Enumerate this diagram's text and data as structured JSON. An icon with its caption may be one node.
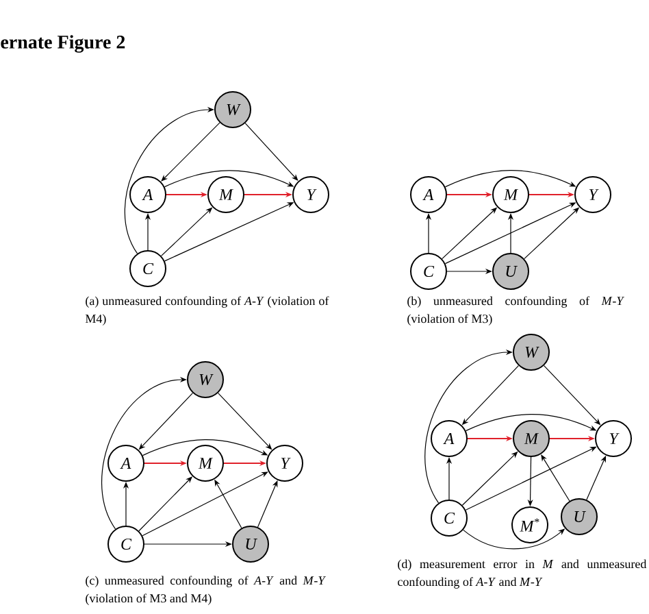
{
  "diagram": {
    "title": "ernate Figure 2",
    "nodes": [
      {
        "text": [
          "W"
        ]
      },
      {
        "text": [
          "A"
        ]
      },
      {
        "text": [
          "M"
        ]
      },
      {
        "text": [
          "Y"
        ]
      },
      {
        "text": [
          "C"
        ]
      },
      {
        "text": [
          "A"
        ]
      },
      {
        "text": [
          "M"
        ]
      },
      {
        "text": [
          "Y"
        ]
      },
      {
        "text": [
          "C"
        ]
      },
      {
        "text": [
          "U"
        ]
      },
      {
        "text": [
          "W"
        ]
      },
      {
        "text": [
          "A"
        ]
      },
      {
        "text": [
          "M"
        ]
      },
      {
        "text": [
          "Y"
        ]
      },
      {
        "text": [
          "C"
        ]
      },
      {
        "text": [
          "U"
        ]
      },
      {
        "text": [
          "W"
        ]
      },
      {
        "text": [
          "A"
        ]
      },
      {
        "text": [
          "M"
        ]
      },
      {
        "text": [
          "Y"
        ]
      },
      {
        "text": [
          "C"
        ]
      },
      {
        "text": [
          "M$^{*}$"
        ]
      },
      {
        "text": [
          "U"
        ]
      }
    ],
    "edges": [
      {
        "from": 4,
        "to": 0,
        "arrow": "to"
      },
      {
        "from": 0,
        "to": 1,
        "arrow": "to"
      },
      {
        "from": 0,
        "to": 3,
        "arrow": "to"
      },
      {
        "from": 1,
        "to": 3,
        "arrow": "to"
      },
      {
        "from": 1,
        "to": 2,
        "arrow": "to",
        "color": "#e0202a"
      },
      {
        "from": 2,
        "to": 3,
        "arrow": "to",
        "color": "#e0202a"
      },
      {
        "from": 4,
        "to": 1,
        "arrow": "to"
      },
      {
        "from": 4,
        "to": 2,
        "arrow": "to"
      },
      {
        "from": 4,
        "to": 3,
        "arrow": "to"
      },
      {
        "from": 5,
        "to": 7,
        "arrow": "to"
      },
      {
        "from": 5,
        "to": 6,
        "arrow": "to",
        "color": "#e0202a"
      },
      {
        "from": 6,
        "to": 7,
        "arrow": "to",
        "color": "#e0202a"
      },
      {
        "from": 8,
        "to": 5,
        "arrow": "to"
      },
      {
        "from": 8,
        "to": 6,
        "arrow": "to"
      },
      {
        "from": 8,
        "to": 7,
        "arrow": "to"
      },
      {
        "from": 8,
        "to": 9,
        "arrow": "to"
      },
      {
        "from": 9,
        "to": 6,
        "arrow": "to"
      },
      {
        "from": 9,
        "to": 7,
        "arrow": "to"
      },
      {
        "from": 14,
        "to": 10,
        "arrow": "to"
      },
      {
        "from": 10,
        "to": 11,
        "arrow": "to"
      },
      {
        "from": 10,
        "to": 13,
        "arrow": "to"
      },
      {
        "from": 11,
        "to": 13,
        "arrow": "to"
      },
      {
        "from": 11,
        "to": 12,
        "arrow": "to",
        "color": "#e0202a"
      },
      {
        "from": 12,
        "to": 13,
        "arrow": "to",
        "color": "#e0202a"
      },
      {
        "from": 14,
        "to": 11,
        "arrow": "to"
      },
      {
        "from": 14,
        "to": 12,
        "arrow": "to"
      },
      {
        "from": 14,
        "to": 13,
        "arrow": "to"
      },
      {
        "from": 14,
        "to": 15,
        "arrow": "to"
      },
      {
        "from": 15,
        "to": 12,
        "arrow": "to"
      },
      {
        "from": 15,
        "to": 13,
        "arrow": "to"
      },
      {
        "from": 20,
        "to": 16,
        "arrow": "to"
      },
      {
        "from": 16,
        "to": 17,
        "arrow": "to"
      },
      {
        "from": 16,
        "to": 19,
        "arrow": "to"
      },
      {
        "from": 17,
        "to": 19,
        "arrow": "to"
      },
      {
        "from": 17,
        "to": 18,
        "arrow": "to",
        "color": "#e0202a"
      },
      {
        "from": 18,
        "to": 19,
        "arrow": "to",
        "color": "#e0202a"
      },
      {
        "from": 20,
        "to": 17,
        "arrow": "to"
      },
      {
        "from": 20,
        "to": 18,
        "arrow": "to"
      },
      {
        "from": 20,
        "to": 19,
        "arrow": "to"
      },
      {
        "from": 18,
        "to": 21,
        "arrow": "to"
      },
      {
        "from": 22,
        "to": 18,
        "arrow": "to"
      },
      {
        "from": 22,
        "to": 19,
        "arrow": "to"
      },
      {
        "from": 20,
        "to": 22,
        "arrow": "to"
      }
    ],
    "labels": [
      "(a) unmeasured confounding of *A*-*Y* (violation of M4)",
      "(b) unmeasured confounding of *M*-*Y* (violation of M3)",
      "(c) unmeasured confounding of *A*-*Y* and *M*-*Y* (violation of M3 and M4)",
      "(d) measurement error in *M* and unmeasured confounding of *A*-*Y* and *M*-*Y*"
    ]
  }
}
